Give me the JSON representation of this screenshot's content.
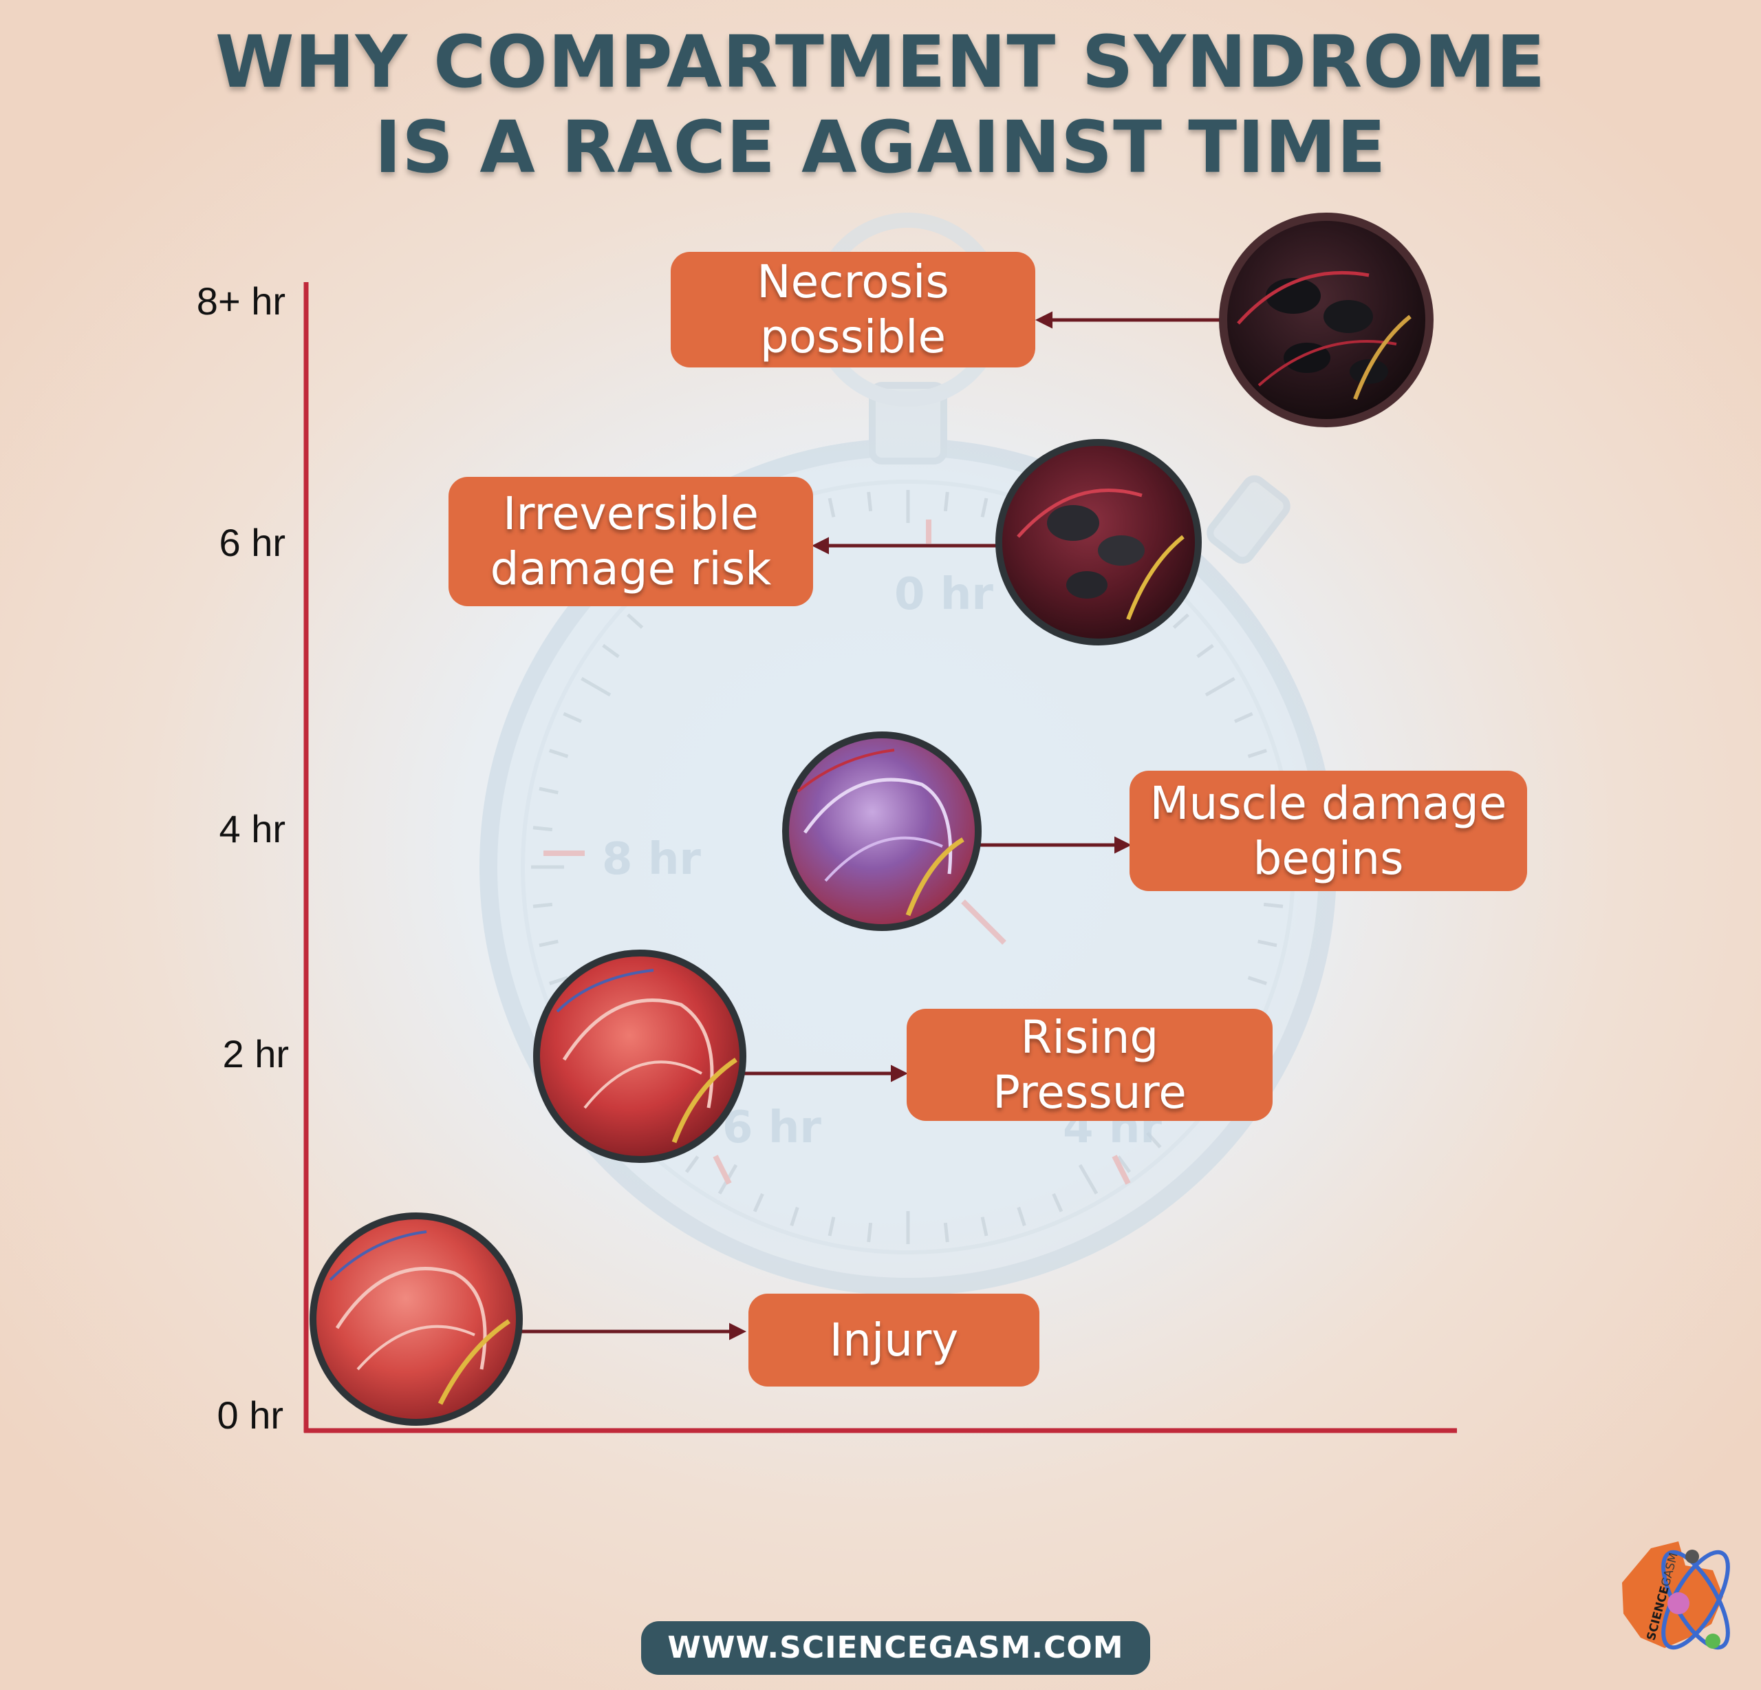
{
  "title": {
    "line1": "WHY COMPARTMENT SYNDROME",
    "line2": "IS A RACE AGAINST TIME"
  },
  "axis": {
    "ticks": [
      "0 hr",
      "2 hr",
      "4 hr",
      "6 hr",
      "8+ hr"
    ]
  },
  "stopwatch_watermark": {
    "labels": [
      "0 hr",
      "8 hr",
      "6 hr",
      "4 hr"
    ]
  },
  "stages": [
    {
      "id": "injury",
      "lines": [
        "Injury"
      ],
      "tissue_state": "healthy red muscle"
    },
    {
      "id": "rising-pressure",
      "lines": [
        "Rising",
        "Pressure"
      ],
      "tissue_state": "swollen red muscle"
    },
    {
      "id": "muscle-damage",
      "lines": [
        "Muscle damage",
        "begins"
      ],
      "tissue_state": "bluish-purple muscle"
    },
    {
      "id": "irreversible",
      "lines": [
        "Irreversible",
        "damage risk"
      ],
      "tissue_state": "darkening muscle"
    },
    {
      "id": "necrosis",
      "lines": [
        "Necrosis",
        "possible"
      ],
      "tissue_state": "black necrotic muscle"
    }
  ],
  "footer": {
    "website": "WWW.SCIENCEGASM.COM",
    "logo": {
      "text_bold": "SCIENCE",
      "text_light": "GASM"
    }
  },
  "colors": {
    "title": "#355561",
    "stage_box": "#e06b40",
    "axis": "#c0293a",
    "arrow": "#6b1a22",
    "footer_pill": "#355561"
  }
}
